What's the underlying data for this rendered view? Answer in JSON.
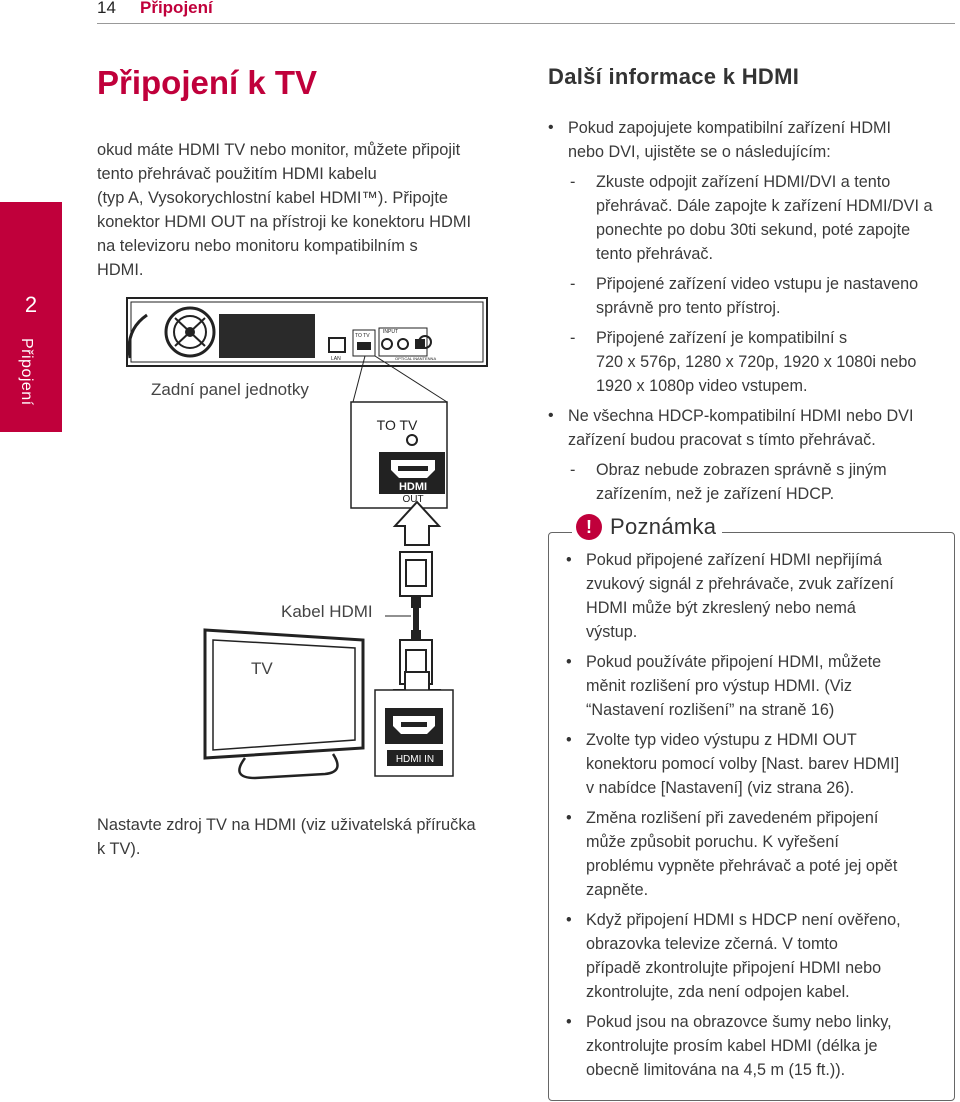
{
  "header": {
    "page_number": "14",
    "section": "Připojení"
  },
  "side_tab": {
    "number": "2",
    "label": "Připojení"
  },
  "left": {
    "title": "Připojení k TV",
    "intro_lines": [
      "okud máte HDMI TV nebo monitor, můžete připojit",
      "tento přehrávač použitím HDMI kabelu",
      "(typ A, Vysokorychlostní kabel HDMI™). Připojte",
      "konektor HDMI OUT na přístroji ke konektoru HDMI",
      "na televizoru nebo monitoru kompatibilním s",
      "HDMI."
    ],
    "diagram": {
      "rear_panel_label": "Zadní panel jednotky",
      "to_tv": "TO TV",
      "hdmi": "HDMI",
      "out": "OUT",
      "cable_label": "Kabel HDMI",
      "tv_label": "TV",
      "hdmi_in": "HDMI IN",
      "panel_labels": {
        "lan": "LAN",
        "input": "INPUT",
        "optical": "OPTICAL IN",
        "antenna": "ANTENNA",
        "to_tv_small": "TO TV"
      }
    },
    "footer_lines": [
      "Nastavte zdroj TV na HDMI (viz uživatelská příručka",
      "k TV)."
    ]
  },
  "right": {
    "title": "Další informace k HDMI",
    "b1_lines": [
      "Pokud zapojujete kompatibilní zařízení HDMI",
      "nebo DVI, ujistěte se o následujícím:"
    ],
    "s1_lines": [
      "Zkuste odpojit zařízení HDMI/DVI a tento",
      "přehrávač. Dále zapojte k zařízení HDMI/DVI a",
      "ponechte po dobu 30ti sekund, poté zapojte",
      "tento přehrávač."
    ],
    "s2_lines": [
      "Připojené zařízení video vstupu je nastaveno",
      "správně pro tento přístroj."
    ],
    "s3_lines": [
      "Připojené zařízení je kompatibilní s",
      "720 x 576p, 1280 x 720p, 1920 x 1080i nebo",
      "1920 x 1080p video vstupem."
    ],
    "b2_lines": [
      "Ne všechna HDCP-kompatibilní HDMI nebo DVI",
      "zařízení budou pracovat s tímto přehrávač."
    ],
    "s4_lines": [
      "Obraz nebude zobrazen správně s jiným",
      "zařízením, než je zařízení HDCP."
    ]
  },
  "note": {
    "icon": "!",
    "title": "Poznámka",
    "n1": [
      "Pokud připojené zařízení HDMI nepřijímá",
      "zvukový signál z přehrávače, zvuk zařízení",
      "HDMI může být zkreslený nebo nemá",
      "výstup."
    ],
    "n2": [
      "Pokud používáte připojení HDMI, můžete",
      "měnit rozlišení pro výstup HDMI. (Viz",
      "“Nastavení rozlišení” na straně 16)"
    ],
    "n3": [
      "Zvolte typ video výstupu z HDMI OUT",
      "konektoru pomocí volby [Nast. barev HDMI]",
      "v nabídce [Nastavení] (viz strana 26)."
    ],
    "n4": [
      "Změna rozlišení při zavedeném připojení",
      "může způsobit poruchu. K vyřešení",
      "problému vypněte přehrávač a poté jej opět",
      "zapněte."
    ],
    "n5": [
      "Když připojení HDMI s HDCP není ověřeno,",
      "obrazovka televize zčerná. V tomto",
      "případě zkontrolujte připojení HDMI nebo",
      "zkontrolujte, zda není odpojen kabel."
    ],
    "n6": [
      "Pokud jsou na obrazovce šumy nebo linky,",
      "zkontrolujte prosím kabel HDMI (délka je",
      "obecně limitována na 4,5 m (15 ft.))."
    ]
  },
  "colors": {
    "accent": "#c0003b",
    "text": "#3a3a3a"
  }
}
